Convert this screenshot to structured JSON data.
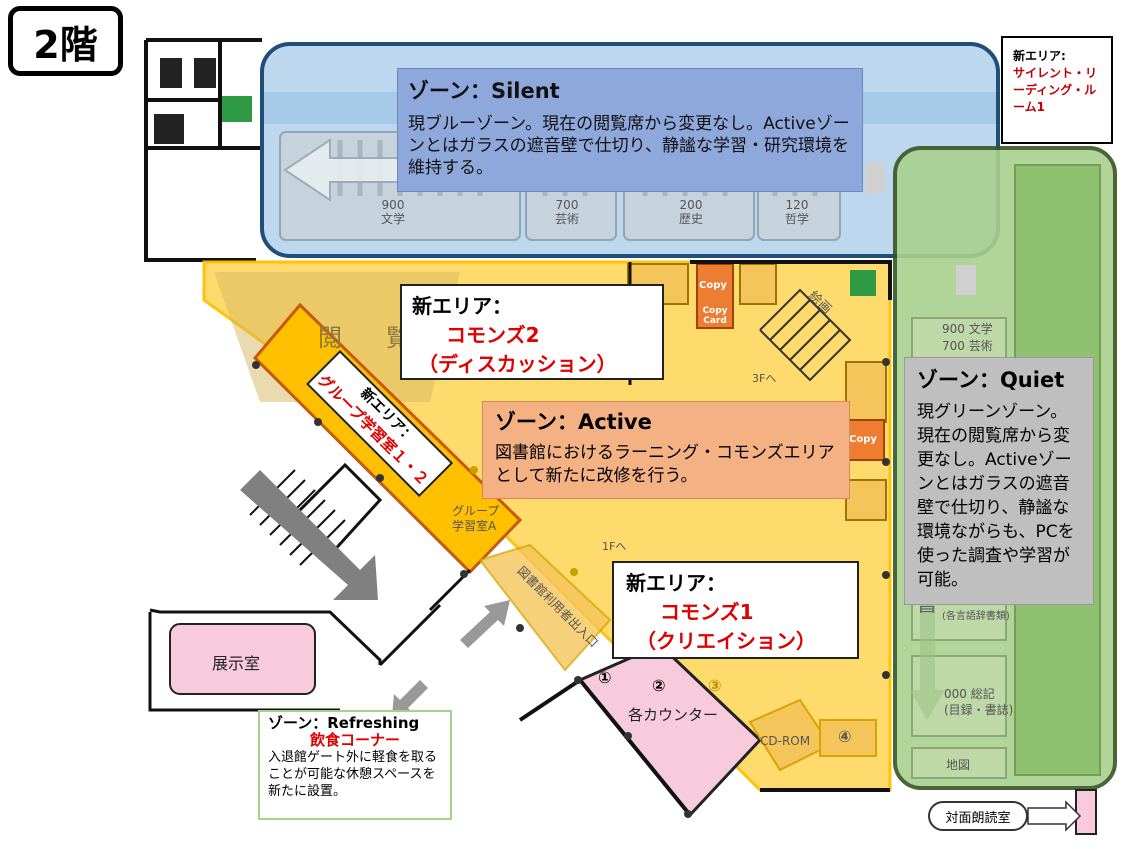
{
  "floor_label": "2階",
  "zones": {
    "silent": {
      "title": "ゾーン：Silent",
      "body": "現ブルーゾーン。現在の閲覧席から変更なし。Activeゾーンとはガラスの遮音壁で仕切り、静謐な学習・研究環境を維持する。",
      "color": "#9dc3e6"
    },
    "quiet": {
      "title": "ゾーン：Quiet",
      "body": "現グリーンゾーン。現在の閲覧席から変更なし。Activeゾーンとはガラスの遮音壁で仕切り、静謐な環境ながらも、PCを使った調査や学習が可能。",
      "color": "#a9d18e"
    },
    "active": {
      "title": "ゾーン：Active",
      "body": "図書館におけるラーニング・コモンズエリアとして新たに改修を行う。",
      "color": "#ffc000"
    },
    "refreshing": {
      "title": "ゾーン：Refreshing",
      "subtitle": "飲食コーナー",
      "body": "入退館ゲート外に軽食を取ることが可能な休憩スペースを新たに設置。"
    }
  },
  "new_areas": {
    "silent_room": {
      "heading": "新エリア:",
      "name": "サイレント・リーディング・ルーム1"
    },
    "commons2": {
      "heading": "新エリア：",
      "name": "コモンズ2",
      "sub": "（ディスカッション）"
    },
    "commons1": {
      "heading": "新エリア：",
      "name": "コモンズ1",
      "sub": "（クリエイション）"
    },
    "group_study": {
      "heading": "新エリア：",
      "name": "グループ学習室１・２"
    }
  },
  "map_labels": {
    "shelf_900": "900",
    "shelf_900_sub": "文学",
    "shelf_700": "700",
    "shelf_700_sub": "芸術",
    "shelf_200": "200",
    "shelf_200_sub": "歴史",
    "shelf_120": "120",
    "shelf_120_sub": "哲学",
    "right_900": "900 文学",
    "right_700": "700 芸術",
    "right_000": "000 総記",
    "right_000_sub": "(目録・書誌)",
    "right_000b_sub": "(各言語辞書類)",
    "map_room": "地図",
    "etsuran": "閲　覧",
    "picture_books": "絵画",
    "floor3": "3Fへ",
    "floor1": "1Fへ",
    "group_old": "グループ",
    "group_old2": "学習室A",
    "entrance": "図書館利用者出入口",
    "counters": "各カウンター",
    "cdrom": "CD-ROM",
    "exhibition": "展示室",
    "reading_room": "対面朗読室",
    "copy": "Copy",
    "copy_card": "Copy Card",
    "num1": "①",
    "num2": "②",
    "num3": "③",
    "num4": "④",
    "kanji_sho": "書"
  }
}
